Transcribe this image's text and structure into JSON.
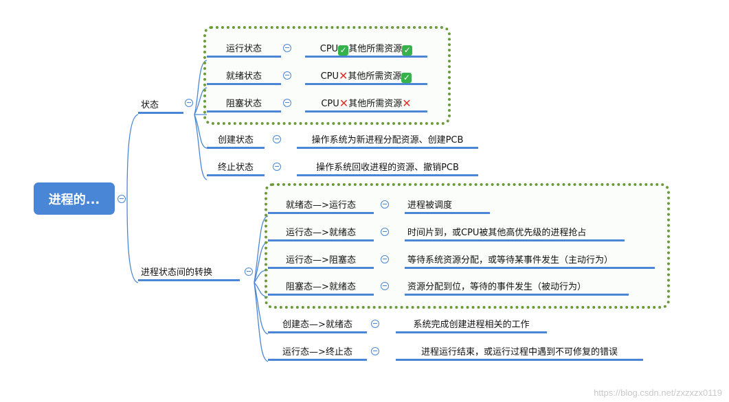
{
  "root": {
    "label": "进程的..."
  },
  "status": {
    "label": "状态",
    "children": [
      {
        "label": "运行状态",
        "detail_cpu": "CPU",
        "cpu_ok": true,
        "detail_other": "其他所需资源",
        "other_ok": true
      },
      {
        "label": "就绪状态",
        "detail_cpu": "CPU",
        "cpu_ok": false,
        "detail_other": "其他所需资源",
        "other_ok": true
      },
      {
        "label": "阻塞状态",
        "detail_cpu": "CPU",
        "cpu_ok": false,
        "detail_other": "其他所需资源",
        "other_ok": false
      },
      {
        "label": "创建状态",
        "detail": "操作系统为新进程分配资源、创建PCB"
      },
      {
        "label": "终止状态",
        "detail": "操作系统回收进程的资源、撤销PCB"
      }
    ]
  },
  "transitions": {
    "label": "进程状态间的转换",
    "children": [
      {
        "label": "就绪态—>运行态",
        "detail": "进程被调度"
      },
      {
        "label": "运行态—>就绪态",
        "detail": "时间片到，或CPU被其他高优先级的进程抢占"
      },
      {
        "label": "运行态—>阻塞态",
        "detail": "等待系统资源分配，或等待某事件发生（主动行为）"
      },
      {
        "label": "阻塞态—>就绪态",
        "detail": "资源分配到位，等待的事件发生（被动行为）"
      },
      {
        "label": "创建态—>就绪态",
        "detail": "系统完成创建进程相关的工作"
      },
      {
        "label": "运行态—>终止态",
        "detail": "进程运行结束，或运行过程中遇到不可修复的错误"
      }
    ]
  },
  "watermark": "https://blog.csdn.net/zxzxzx0119",
  "colors": {
    "line": "#4a86d6",
    "group": "#6a9a3a",
    "ok": "#36b24a",
    "no": "#e0302a"
  }
}
